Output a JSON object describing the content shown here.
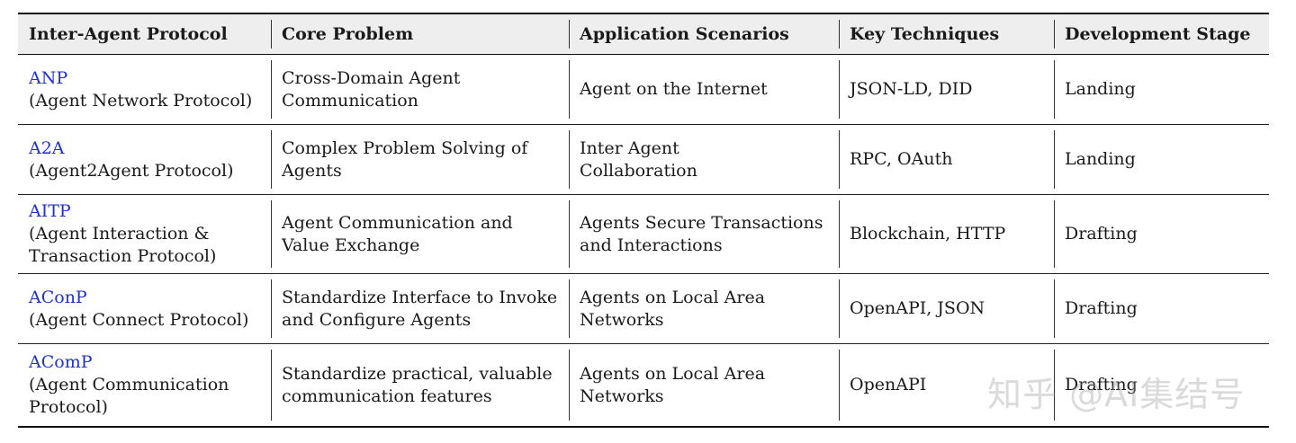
{
  "table": {
    "headers": [
      "Inter-Agent Protocol",
      "Core Problem",
      "Application Scenarios",
      "Key Techniques",
      "Development Stage"
    ],
    "rows": [
      {
        "protocol_name": "ANP",
        "protocol_full": "(Agent Network Protocol)",
        "core_problem": "Cross-Domain Agent\nCommunication",
        "application_scenarios": "Agent on the Internet",
        "key_techniques": "JSON-LD, DID",
        "development_stage": "Landing"
      },
      {
        "protocol_name": "A2A",
        "protocol_full": "(Agent2Agent Protocol)",
        "core_problem": "Complex Problem Solving of\nAgents",
        "application_scenarios": "Inter Agent\nCollaboration",
        "key_techniques": "RPC, OAuth",
        "development_stage": "Landing"
      },
      {
        "protocol_name": "AITP",
        "protocol_full": "(Agent Interaction &\nTransaction Protocol)",
        "core_problem": "Agent Communication and\nValue Exchange",
        "application_scenarios": "Agents Secure Transactions\nand Interactions",
        "key_techniques": "Blockchain, HTTP",
        "development_stage": "Drafting"
      },
      {
        "protocol_name": "AConP",
        "protocol_full": "(Agent Connect Protocol)",
        "core_problem": "Standardize Interface to Invoke\nand Configure Agents",
        "application_scenarios": "Agents on Local Area\nNetworks",
        "key_techniques": "OpenAPI, JSON",
        "development_stage": "Drafting"
      },
      {
        "protocol_name": "AComP",
        "protocol_full": "(Agent Communication\nProtocol)",
        "core_problem": "Standardize practical, valuable\ncommunication features",
        "application_scenarios": "Agents on Local Area\nNetworks",
        "key_techniques": "OpenAPI",
        "development_stage": "Drafting"
      }
    ]
  },
  "watermark": "知乎 @AI集结号",
  "colors": {
    "protocol_name": "#1f33c8",
    "header_bg": "#eeeeee"
  }
}
